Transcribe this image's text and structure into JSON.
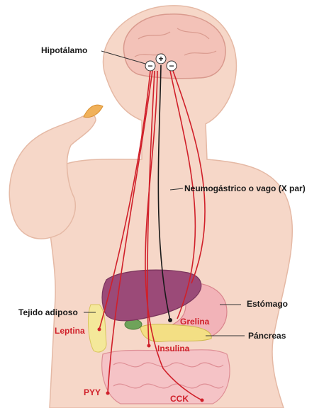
{
  "labels": {
    "hipotalamo": "Hipotálamo",
    "nervio_vago": "Neumogástrico o vago (X par)",
    "tejido_adiposo": "Tejido adiposo",
    "estomago": "Estómago",
    "pancreas": "Páncreas"
  },
  "hormones": {
    "leptina": "Leptina",
    "grelina": "Grelina",
    "insulina": "Insulina",
    "pyy": "PYY",
    "cck": "CCK"
  },
  "hypothalamus_nuclei": {
    "left": "−",
    "center": "+",
    "right": "−"
  },
  "colors": {
    "skin": "#f6d7c8",
    "liver": "#9b4a78",
    "stomach": "#f2b3b8",
    "intestine": "#f5c3c6",
    "fat": "#f4e89a",
    "nerve_red": "#d0202a",
    "vagus_black": "#1a1a1a"
  }
}
